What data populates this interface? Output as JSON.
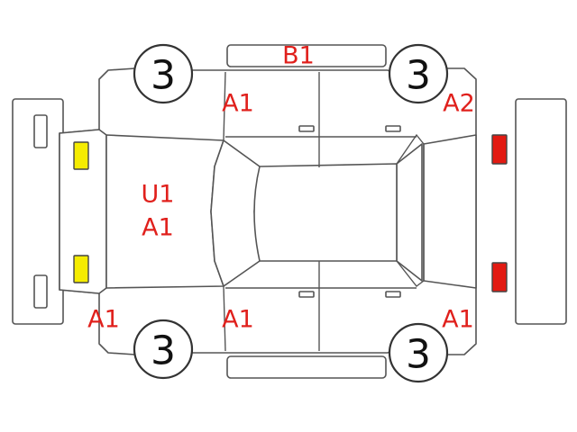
{
  "colors": {
    "code_text": "#e0201c",
    "front_lamp": "#f5ec00",
    "rear_lamp": "#e21a12",
    "outline": "#555555"
  },
  "wheels": {
    "front_left": "3",
    "rear_left": "3",
    "front_right": "3",
    "rear_right": "3"
  },
  "damage_codes": {
    "roof_top_edge": "B1",
    "front_door_top": "A1",
    "rear_quarter_top": "A2",
    "hood_line1": "U1",
    "hood_line2": "A1",
    "front_corner_bottom": "A1",
    "front_door_bottom": "A1",
    "rear_quarter_bottom": "A1"
  }
}
